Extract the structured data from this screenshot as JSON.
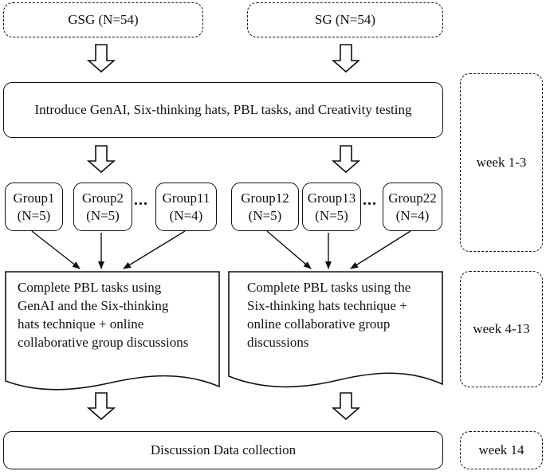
{
  "groups_top": {
    "gsg": "GSG (N=54)",
    "sg": "SG (N=54)"
  },
  "intro": "Introduce GenAI, Six-thinking hats, PBL tasks, and Creativity testing",
  "weeks": {
    "w1": "week 1-3",
    "w2": "week 4-13",
    "w3": "week 14"
  },
  "gsg_groups": [
    {
      "name": "Group1",
      "n": "(N=5)"
    },
    {
      "name": "Group2",
      "n": "(N=5)"
    },
    {
      "name": "Group11",
      "n": "(N=4)"
    }
  ],
  "sg_groups": [
    {
      "name": "Group12",
      "n": "(N=5)"
    },
    {
      "name": "Group13",
      "n": "(N=5)"
    },
    {
      "name": "Group22",
      "n": "(N=4)"
    }
  ],
  "ellipsis": "...",
  "tasks": {
    "gsg": [
      "Complete PBL tasks using",
      "GenAI and the Six-thinking",
      "hats technique + online",
      "collaborative group discussions"
    ],
    "sg": [
      "Complete PBL tasks using the",
      "Six-thinking hats technique +",
      "online collaborative group",
      "discussions"
    ]
  },
  "final": "Discussion Data collection"
}
